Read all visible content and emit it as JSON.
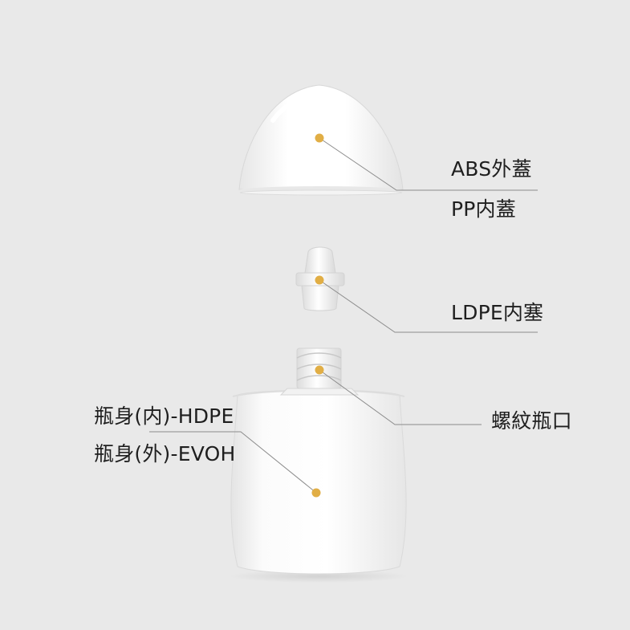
{
  "labels": {
    "outer_cap": "ABS外蓋",
    "inner_cap": "PP内蓋",
    "stopper": "LDPE内塞",
    "neck": "螺紋瓶口",
    "body_inner": "瓶身(内)-HDPE",
    "body_outer": "瓶身(外)-EVOH"
  },
  "colors": {
    "background": "#e9e9e9",
    "part_fill": "#ffffff",
    "marker": "#e1ae45",
    "leader_line": "#8c8c8c",
    "text": "#1f1f1f"
  }
}
